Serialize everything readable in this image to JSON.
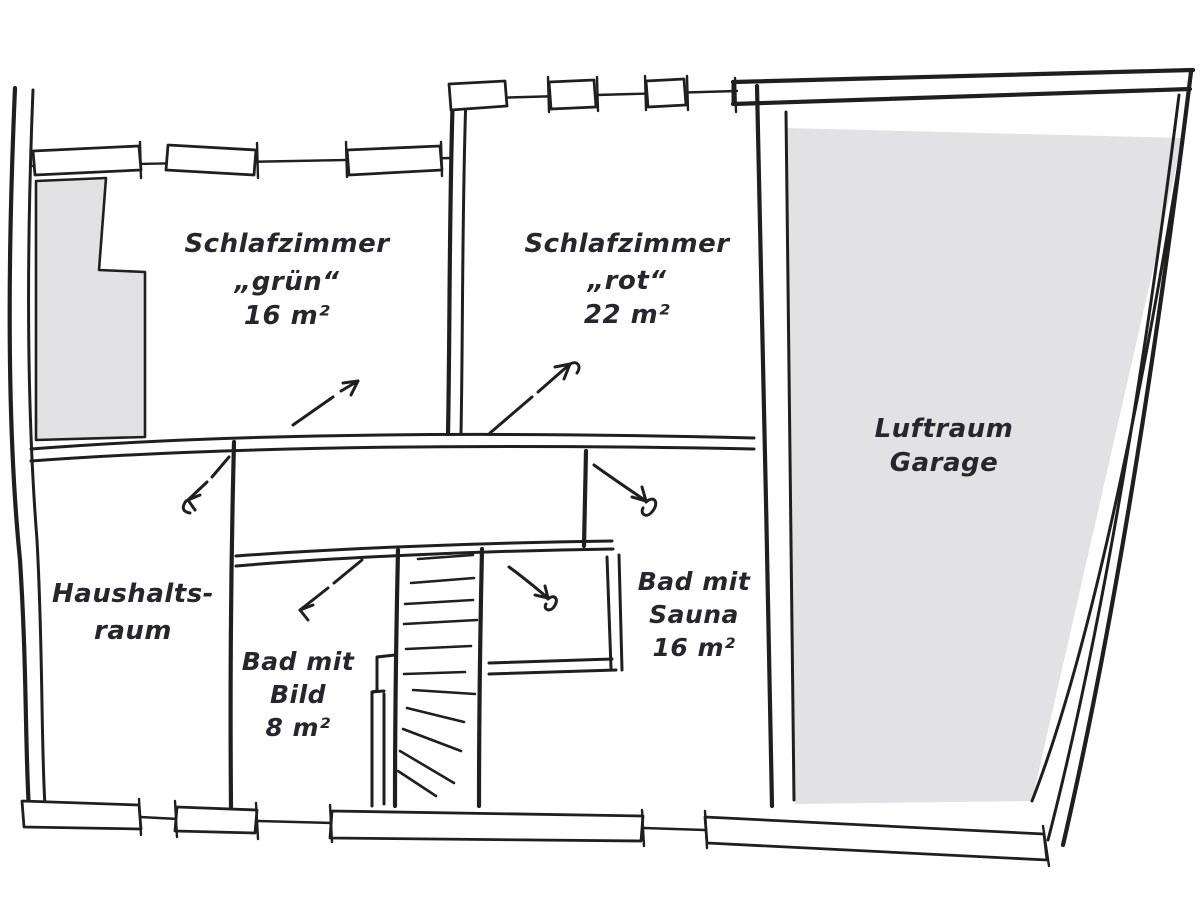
{
  "title": "Floor plan sketch (upper storey)",
  "colors": {
    "bg": "#ffffff",
    "wall": "#1f1f1f",
    "shade": "#e2e2e4",
    "text": "#26262c"
  },
  "rooms": [
    {
      "id": "schlafzimmer-gruen",
      "line1": "Schlafzimmer",
      "line2": "„grün“",
      "area": "16 m²"
    },
    {
      "id": "schlafzimmer-rot",
      "line1": "Schlafzimmer",
      "line2": "„rot“",
      "area": "22 m²"
    },
    {
      "id": "luftraum-garage",
      "line1": "Luftraum",
      "line2": "Garage",
      "area": ""
    },
    {
      "id": "haushaltsraum",
      "line1": "Haushalts-",
      "line2": "raum",
      "area": ""
    },
    {
      "id": "bad-mit-bild",
      "line1": "Bad mit",
      "line2": "Bild",
      "area": "8 m²"
    },
    {
      "id": "bad-mit-sauna",
      "line1": "Bad mit",
      "line2": "Sauna",
      "area": "16 m²"
    }
  ]
}
